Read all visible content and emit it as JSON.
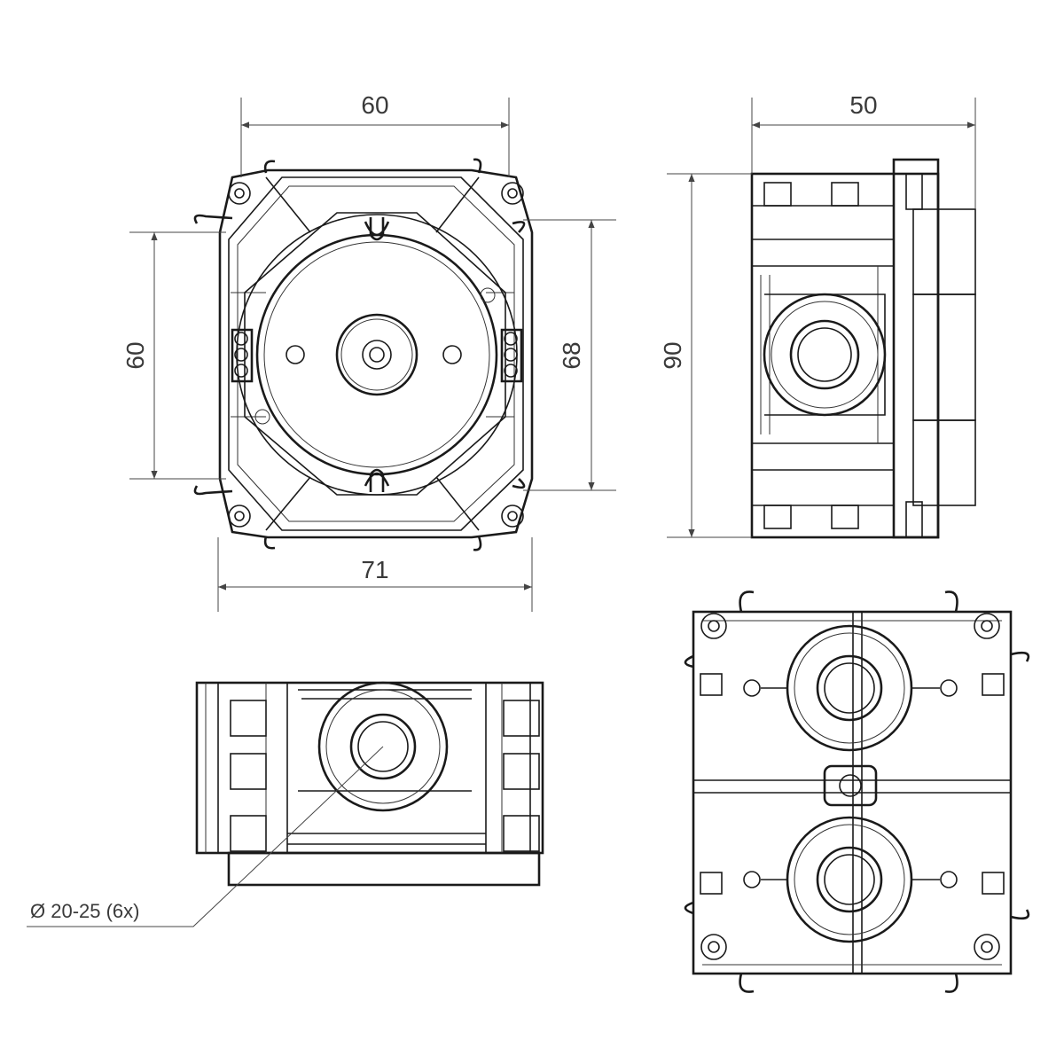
{
  "colors": {
    "line": "#1a1a1a",
    "dimension": "#444444",
    "text": "#3a3a3a",
    "background": "#ffffff"
  },
  "front_view": {
    "dim_top": "60",
    "dim_left": "60",
    "dim_right": "68",
    "dim_bottom": "71"
  },
  "side_view": {
    "dim_top": "50",
    "dim_left": "90"
  },
  "bottom_view": {
    "callout": "Ø 20-25 (6x)"
  }
}
